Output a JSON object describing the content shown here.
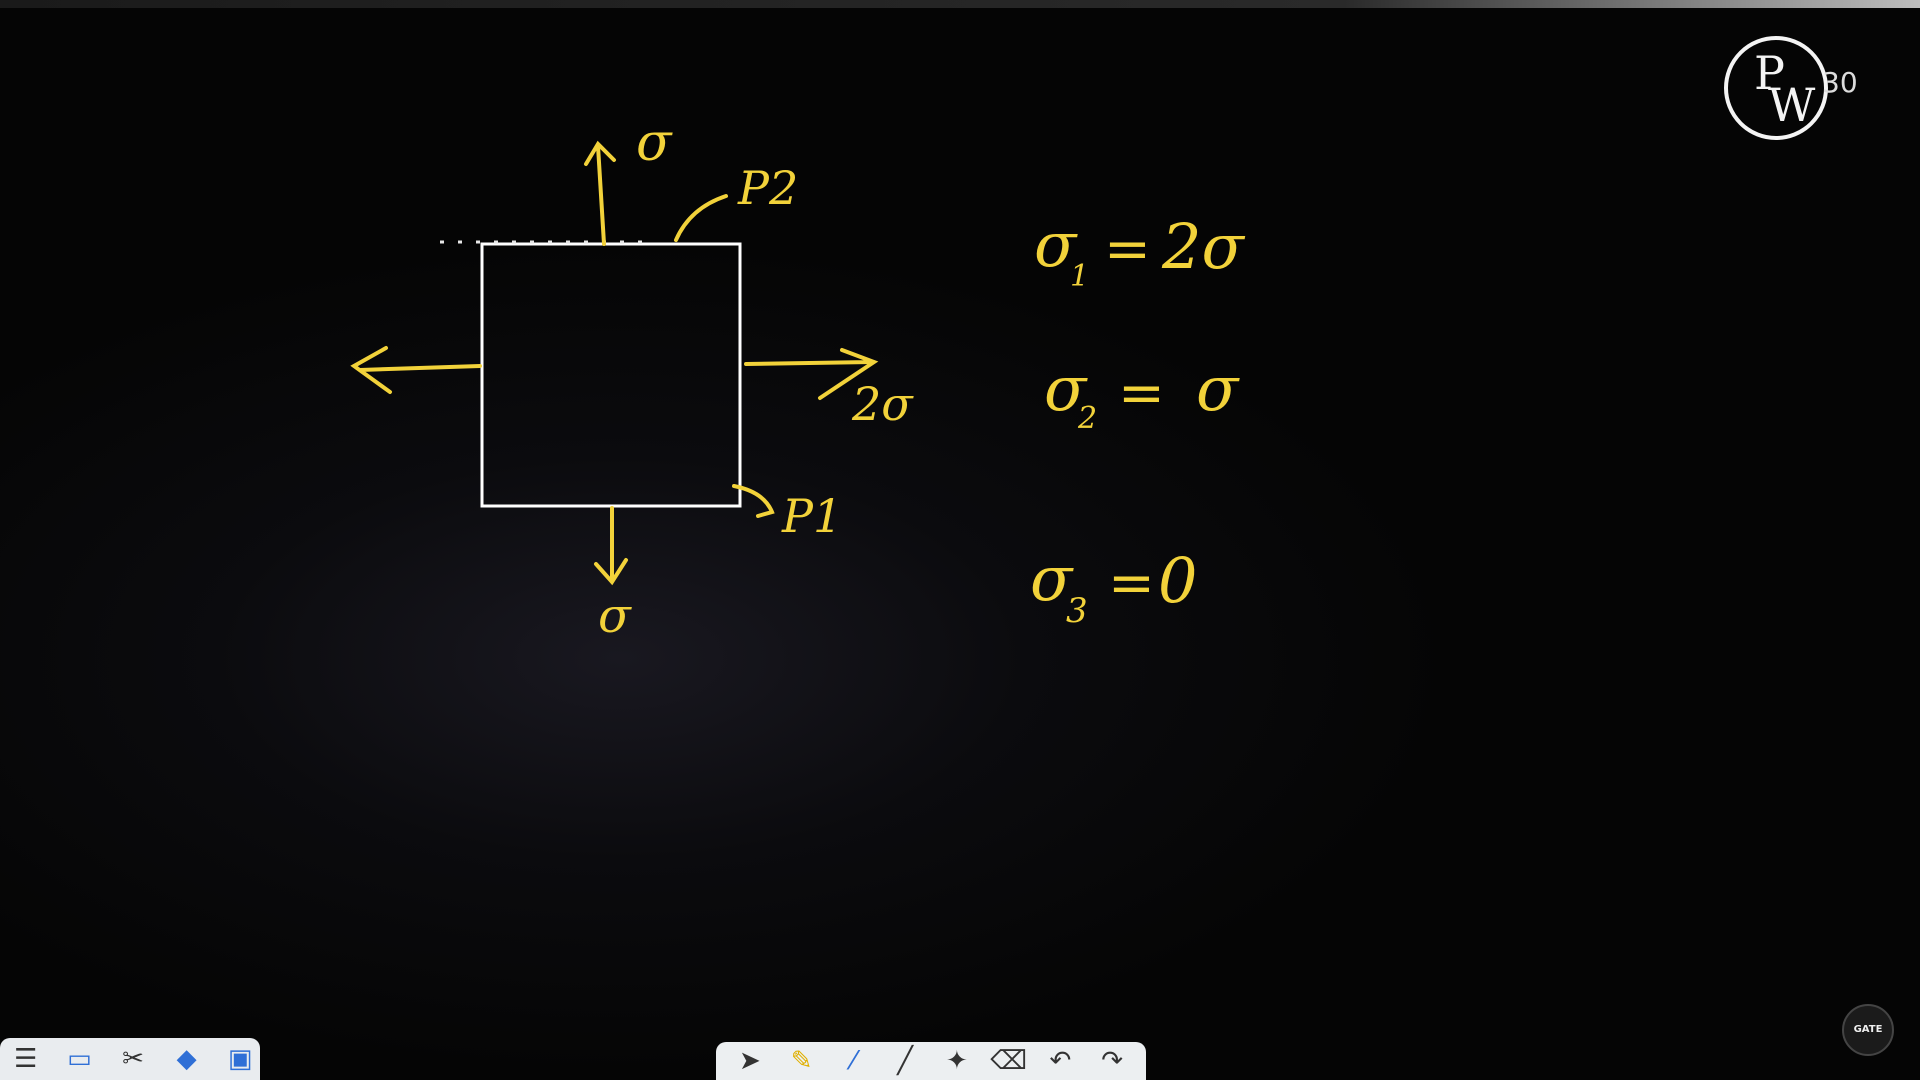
{
  "logo": {
    "letter_top": "P",
    "letter_bottom": "W",
    "number": "30"
  },
  "equations": [
    {
      "lhs": "σ",
      "sub": "1",
      "rhs": "2σ"
    },
    {
      "lhs": "σ",
      "sub": "2",
      "rhs": "σ"
    },
    {
      "lhs": "σ",
      "sub": "3",
      "rhs": "0"
    }
  ],
  "diagram": {
    "top_label": "σ",
    "bottom_label": "σ",
    "right_label": "2σ",
    "plane_top": "P2",
    "plane_right": "P1"
  },
  "badge": {
    "label": "GATE"
  },
  "toolbar_left": {
    "icons": [
      "menu-icon",
      "monitor-icon",
      "tools-icon",
      "shapes-icon",
      "image-icon"
    ]
  },
  "toolbar_center": {
    "icons": [
      "pointer-icon",
      "pen-icon",
      "highlighter-icon",
      "ruler-icon",
      "laser-icon",
      "eraser-icon",
      "undo-icon",
      "redo-icon"
    ]
  },
  "colors": {
    "chalk": "#f2d23a",
    "board": "#050505",
    "box": "#ffffff"
  }
}
